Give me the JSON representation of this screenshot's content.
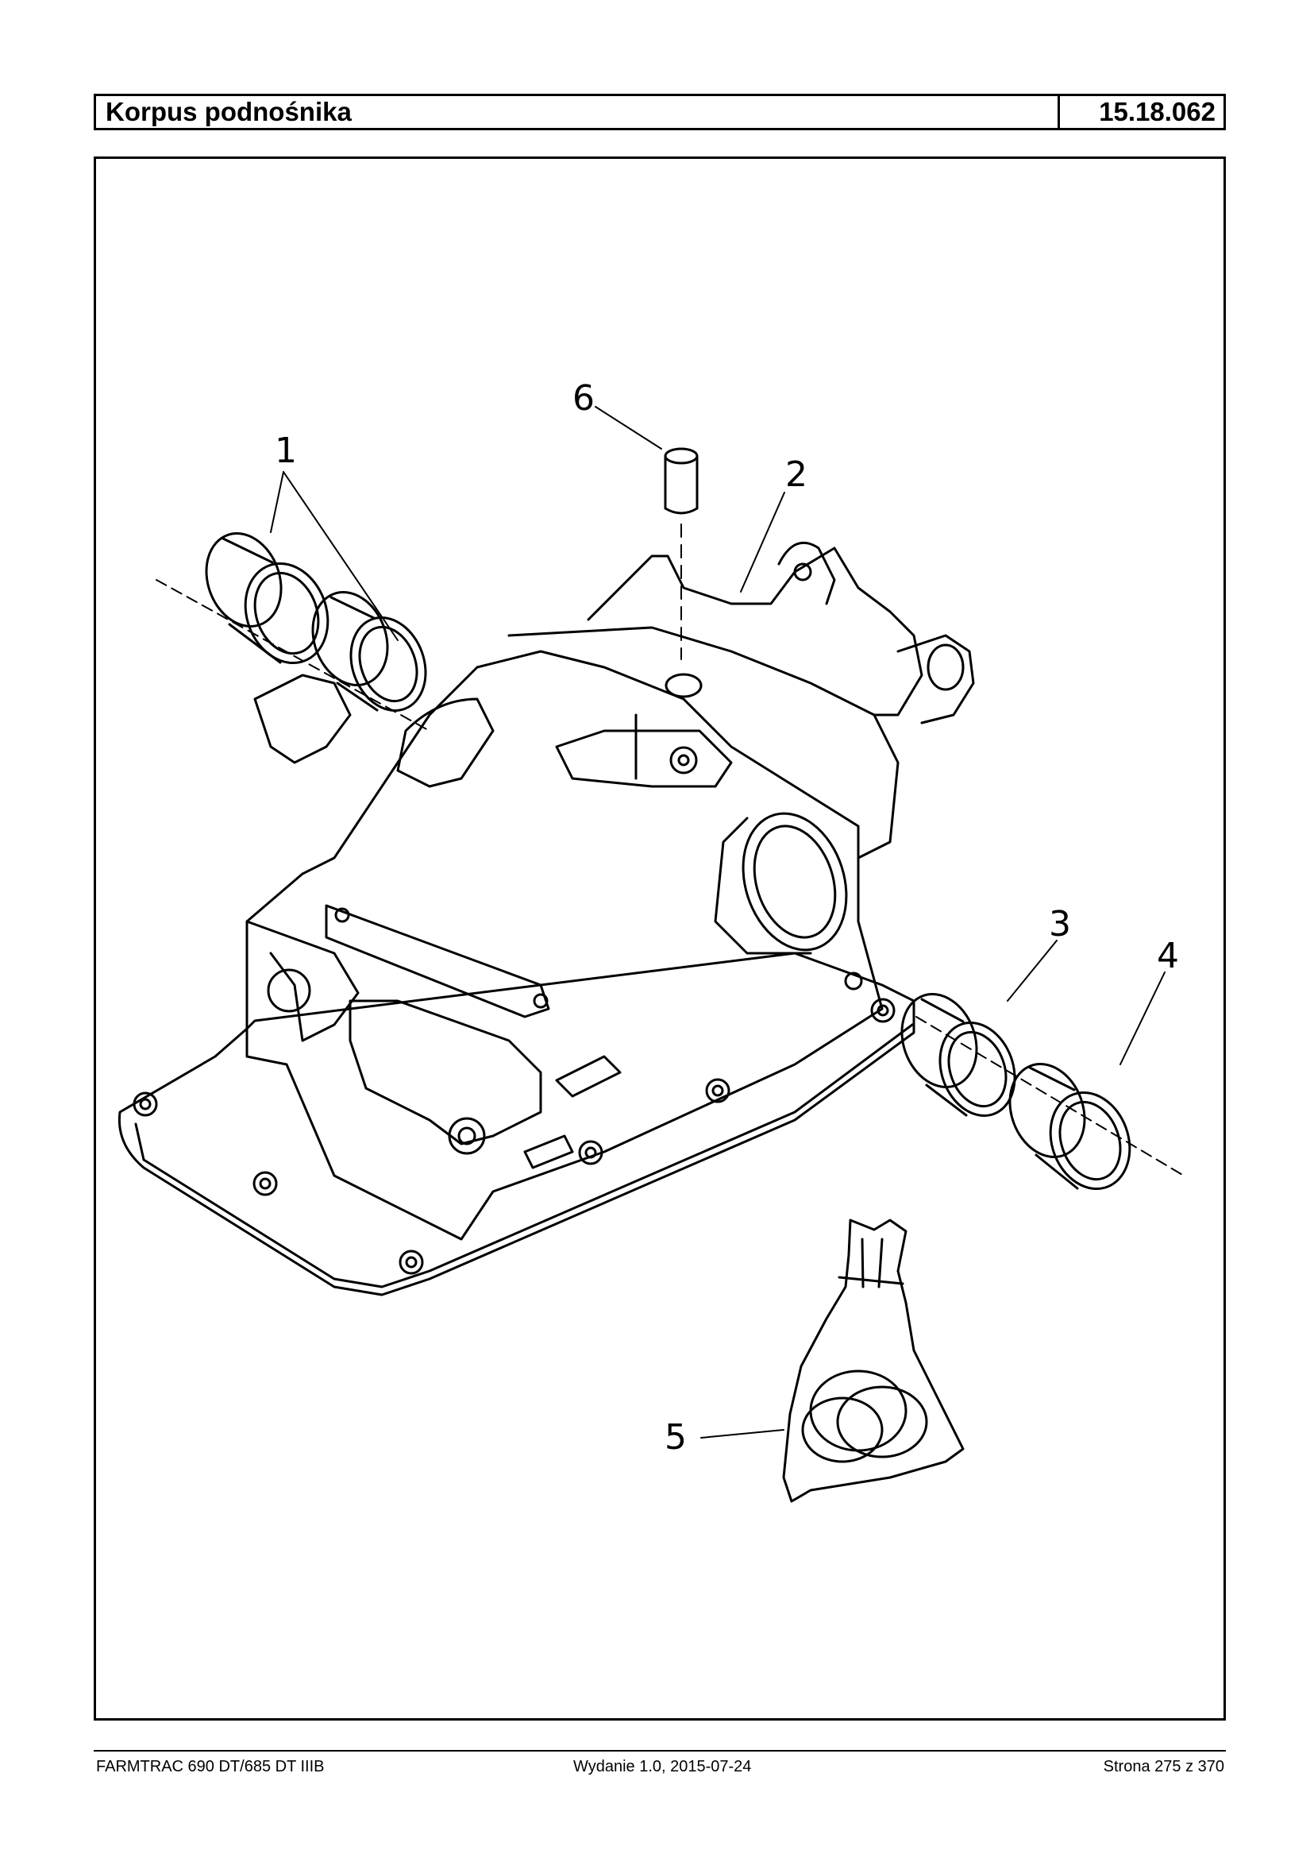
{
  "header": {
    "title": "Korpus podnośnika",
    "code": "15.18.062"
  },
  "diagram": {
    "callouts": [
      "1",
      "2",
      "3",
      "4",
      "5",
      "6"
    ]
  },
  "footer": {
    "model": "FARMTRAC 690 DT/685 DT IIIB",
    "edition": "Wydanie 1.0,  2015-07-24",
    "page": "Strona 275 z 370"
  }
}
